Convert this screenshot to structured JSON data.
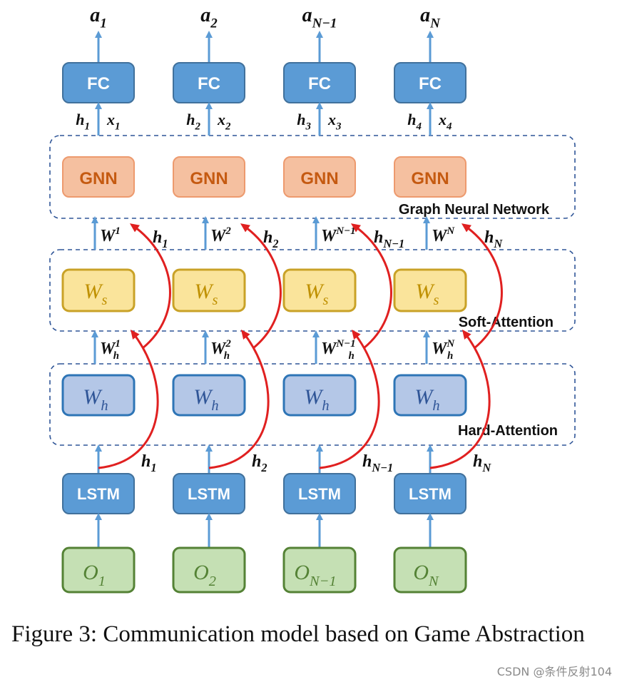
{
  "columns": [
    {
      "output": "a",
      "output_sub": "1",
      "fc": "FC",
      "h_in": "h",
      "h_in_sub": "1",
      "x_in": "x",
      "x_in_sub": "1",
      "gnn": "GNN",
      "w_base": "W",
      "w_sup": "1",
      "h_side": "h",
      "h_side_sub": "1",
      "ws_base": "W",
      "ws_sub": "s",
      "wh_in_base": "W",
      "wh_in_sub": "h",
      "wh_in_sup": "1",
      "wh_base": "W",
      "wh_sub": "h",
      "lstm_h": "h",
      "lstm_h_sub": "1",
      "lstm": "LSTM",
      "obs": "O",
      "obs_sub": "1"
    },
    {
      "output": "a",
      "output_sub": "2",
      "fc": "FC",
      "h_in": "h",
      "h_in_sub": "2",
      "x_in": "x",
      "x_in_sub": "2",
      "gnn": "GNN",
      "w_base": "W",
      "w_sup": "2",
      "h_side": "h",
      "h_side_sub": "2",
      "ws_base": "W",
      "ws_sub": "s",
      "wh_in_base": "W",
      "wh_in_sub": "h",
      "wh_in_sup": "2",
      "wh_base": "W",
      "wh_sub": "h",
      "lstm_h": "h",
      "lstm_h_sub": "2",
      "lstm": "LSTM",
      "obs": "O",
      "obs_sub": "2"
    },
    {
      "output": "a",
      "output_sub": "N−1",
      "fc": "FC",
      "h_in": "h",
      "h_in_sub": "3",
      "x_in": "x",
      "x_in_sub": "3",
      "gnn": "GNN",
      "w_base": "W",
      "w_sup": "N−1",
      "h_side": "h",
      "h_side_sub": "N−1",
      "ws_base": "W",
      "ws_sub": "s",
      "wh_in_base": "W",
      "wh_in_sub": "h",
      "wh_in_sup": "N−1",
      "wh_base": "W",
      "wh_sub": "h",
      "lstm_h": "h",
      "lstm_h_sub": "N−1",
      "lstm": "LSTM",
      "obs": "O",
      "obs_sub": "N−1"
    },
    {
      "output": "a",
      "output_sub": "N",
      "fc": "FC",
      "h_in": "h",
      "h_in_sub": "4",
      "x_in": "x",
      "x_in_sub": "4",
      "gnn": "GNN",
      "w_base": "W",
      "w_sup": "N",
      "h_side": "h",
      "h_side_sub": "N",
      "ws_base": "W",
      "ws_sub": "s",
      "wh_in_base": "W",
      "wh_in_sub": "h",
      "wh_in_sup": "N",
      "wh_base": "W",
      "wh_sub": "h",
      "lstm_h": "h",
      "lstm_h_sub": "N",
      "lstm": "LSTM",
      "obs": "O",
      "obs_sub": "N"
    }
  ],
  "groups": {
    "gnn_label": "Graph Neural Network",
    "soft_label": "Soft-Attention",
    "hard_label": "Hard-Attention"
  },
  "caption": "Figure 3: Communication model based on Game Abstraction",
  "watermark": "CSDN @条件反射104",
  "colors": {
    "fc_fill": "#5b9bd5",
    "fc_stroke": "#41719c",
    "gnn_fill": "#f5c0a0",
    "gnn_stroke": "#ed9a6e",
    "gnn_text": "#c55a11",
    "ws_fill": "#fae49b",
    "ws_stroke": "#c9a227",
    "ws_text": "#bf9000",
    "wh_fill": "#b4c7e7",
    "wh_stroke": "#2e75b6",
    "wh_text": "#2f5597",
    "obs_fill": "#c5e0b4",
    "obs_stroke": "#548235",
    "obs_text": "#548235",
    "arrow_blue": "#5b9bd5",
    "arrow_red": "#e02020",
    "dash": "#2f5597"
  }
}
